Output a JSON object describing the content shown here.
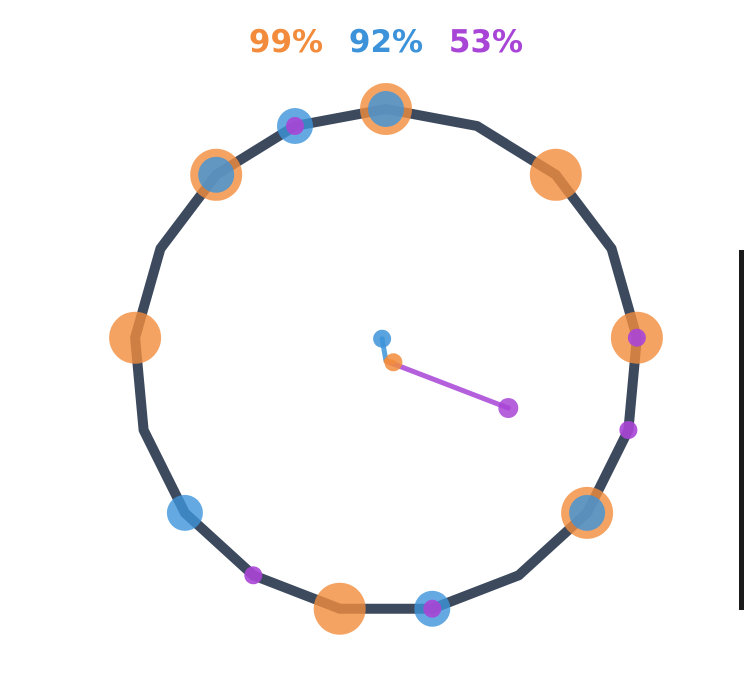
{
  "colors": {
    "ring": "#3d4a5e",
    "orange": "#f28c3c",
    "blue": "#3d93d9",
    "purple": "#a845d6"
  },
  "labels": [
    {
      "key": "orange",
      "text": "99%"
    },
    {
      "key": "blue",
      "text": "92%"
    },
    {
      "key": "purple",
      "text": "53%"
    }
  ],
  "ring": {
    "divisions": 17,
    "radius": 1.0
  },
  "series": {
    "orange": {
      "steps": [
        0,
        2,
        4,
        6,
        9,
        13,
        15
      ],
      "value": 0.99,
      "hand": {
        "angle": 100,
        "length": 0.03
      }
    },
    "blue": {
      "steps": [
        0,
        6,
        8,
        11,
        15,
        16
      ],
      "value": 0.92,
      "hand": {
        "angle": -10,
        "length": 0.09
      }
    },
    "purple": {
      "steps": [
        4,
        5,
        8,
        10,
        16
      ],
      "value": 0.53,
      "hand": {
        "angle": 111,
        "length": 0.52
      }
    }
  }
}
